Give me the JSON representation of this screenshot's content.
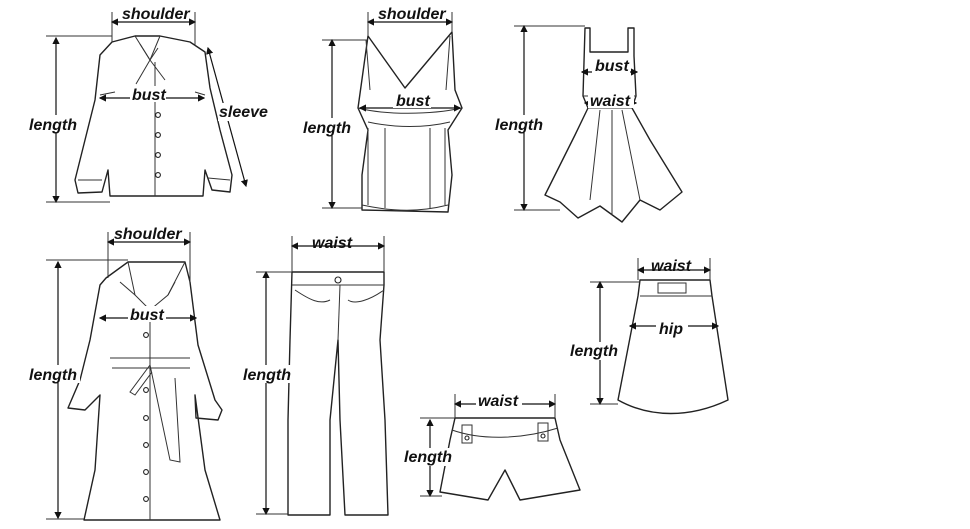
{
  "labels": {
    "shoulder": "shoulder",
    "bust": "bust",
    "sleeve": "sleeve",
    "length": "length",
    "waist": "waist",
    "hip": "hip"
  }
}
